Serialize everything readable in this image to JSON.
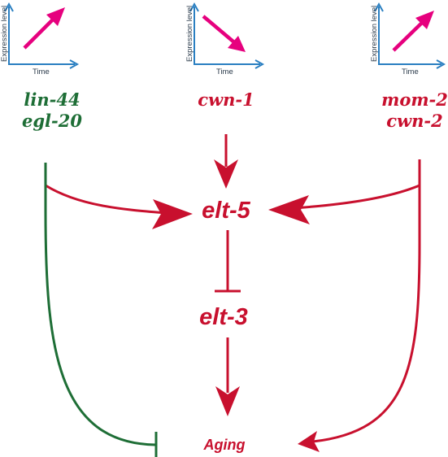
{
  "colors": {
    "axis": "#2A7FC1",
    "trend": "#E6007E",
    "red": "#C8102E",
    "green": "#1E6E36"
  },
  "plots": [
    {
      "xlabel": "Time",
      "ylabel": "Expression level",
      "trend": "up"
    },
    {
      "xlabel": "Time",
      "ylabel": "Expression level",
      "trend": "down"
    },
    {
      "xlabel": "Time",
      "ylabel": "Expression level",
      "trend": "up"
    }
  ],
  "genes": {
    "left": [
      "lin-44",
      "egl-20"
    ],
    "center": [
      "cwn-1"
    ],
    "right": [
      "mom-2",
      "cwn-2"
    ]
  },
  "nodes": {
    "elt5": "elt-5",
    "elt3": "elt-3",
    "aging": "Aging"
  },
  "edges": [
    {
      "from": "cwn-1",
      "to": "elt-5",
      "type": "activation"
    },
    {
      "from": "lin-44 / egl-20",
      "to": "elt-5",
      "type": "activation"
    },
    {
      "from": "mom-2 / cwn-2",
      "to": "elt-5",
      "type": "activation"
    },
    {
      "from": "elt-5",
      "to": "elt-3",
      "type": "inhibition"
    },
    {
      "from": "elt-3",
      "to": "Aging",
      "type": "activation"
    },
    {
      "from": "lin-44 / egl-20",
      "to": "Aging",
      "type": "inhibition"
    },
    {
      "from": "mom-2 / cwn-2",
      "to": "Aging",
      "type": "activation"
    }
  ]
}
